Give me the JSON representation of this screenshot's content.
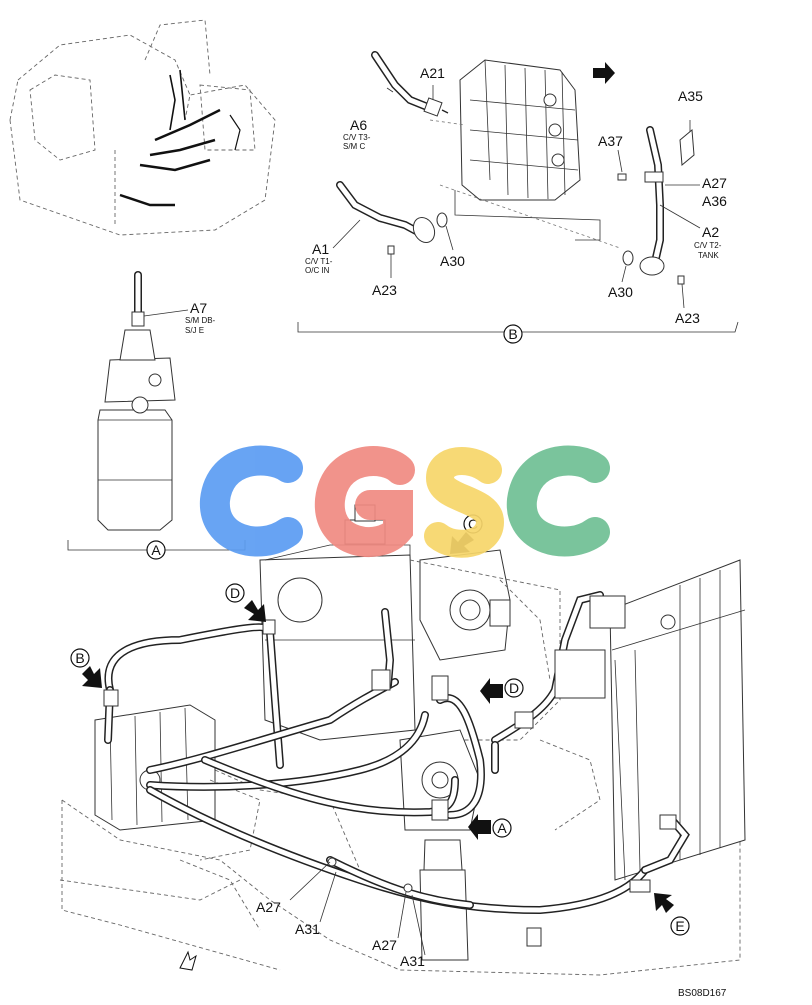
{
  "watermark": {
    "letters": [
      {
        "char": "C",
        "color": "#5b9cf2"
      },
      {
        "char": "G",
        "color": "#f08a82"
      },
      {
        "char": "S",
        "color": "#f7d66a"
      },
      {
        "char": "C",
        "color": "#6fbf94"
      }
    ]
  },
  "views": {
    "a_label": "A",
    "b_label": "B",
    "c_label": "C",
    "d_label": "D",
    "e_label": "E"
  },
  "callouts": {
    "a21": "A21",
    "a6": "A6",
    "a6_sub1": "C/V T3-",
    "a6_sub2": "S/M C",
    "a1": "A1",
    "a1_sub1": "C/V T1-",
    "a1_sub2": "O/C IN",
    "a23_left": "A23",
    "a30_left": "A30",
    "a35": "A35",
    "a37": "A37",
    "a27_top": "A27",
    "a36": "A36",
    "a2": "A2",
    "a2_sub1": "C/V T2-",
    "a2_sub2": "TANK",
    "a30_right": "A30",
    "a23_right": "A23",
    "a7": "A7",
    "a7_sub1": "S/M DB-",
    "a7_sub2": "S/J E",
    "a27_low1": "A27",
    "a31_low1": "A31",
    "a27_low2": "A27",
    "a31_low2": "A31"
  },
  "drawing_code": "BS08D167"
}
